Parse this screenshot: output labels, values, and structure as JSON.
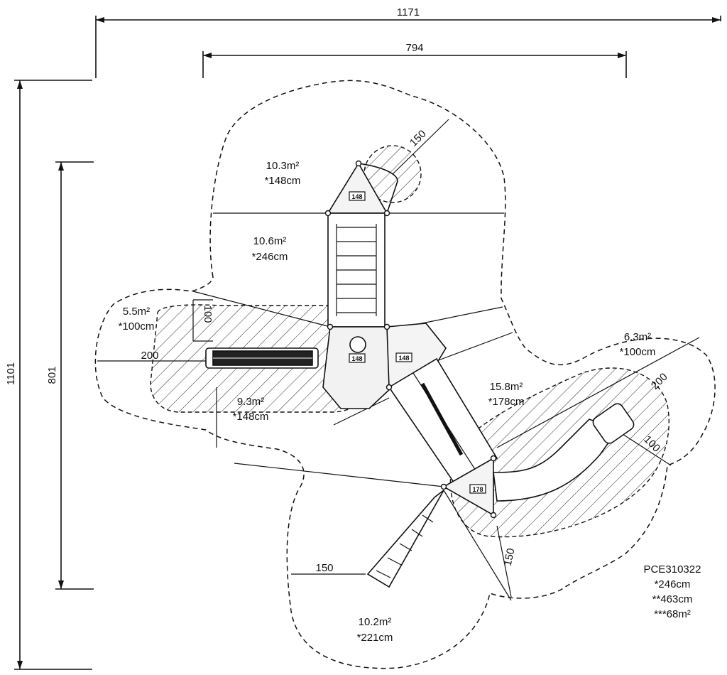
{
  "dimensions": {
    "overall_width": "1171",
    "inner_width": "794",
    "overall_height": "1101",
    "inner_height": "801",
    "slide_zone_top": "150",
    "side_zone_left_h": "100",
    "side_zone_left_w": "200",
    "slide_zone_right_w": "200",
    "slide_zone_right_h": "100",
    "ramp_zone": "150",
    "bottom_zone_right": "150"
  },
  "zones": [
    {
      "area": "10.3m²",
      "height": "*148cm"
    },
    {
      "area": "10.6m²",
      "height": "*246cm"
    },
    {
      "area": "5.5m²",
      "height": "*100cm"
    },
    {
      "area": "9.3m²",
      "height": "*148cm"
    },
    {
      "area": "15.8m²",
      "height": "*178cm"
    },
    {
      "area": "6.3m²",
      "height": "*100cm"
    },
    {
      "area": "10.2m²",
      "height": "*221cm"
    }
  ],
  "platforms": [
    "148",
    "148",
    "148",
    "178"
  ],
  "info": {
    "code": "PCE310322",
    "line1": "*246cm",
    "line2": "**463cm",
    "line3": "***68m²"
  }
}
